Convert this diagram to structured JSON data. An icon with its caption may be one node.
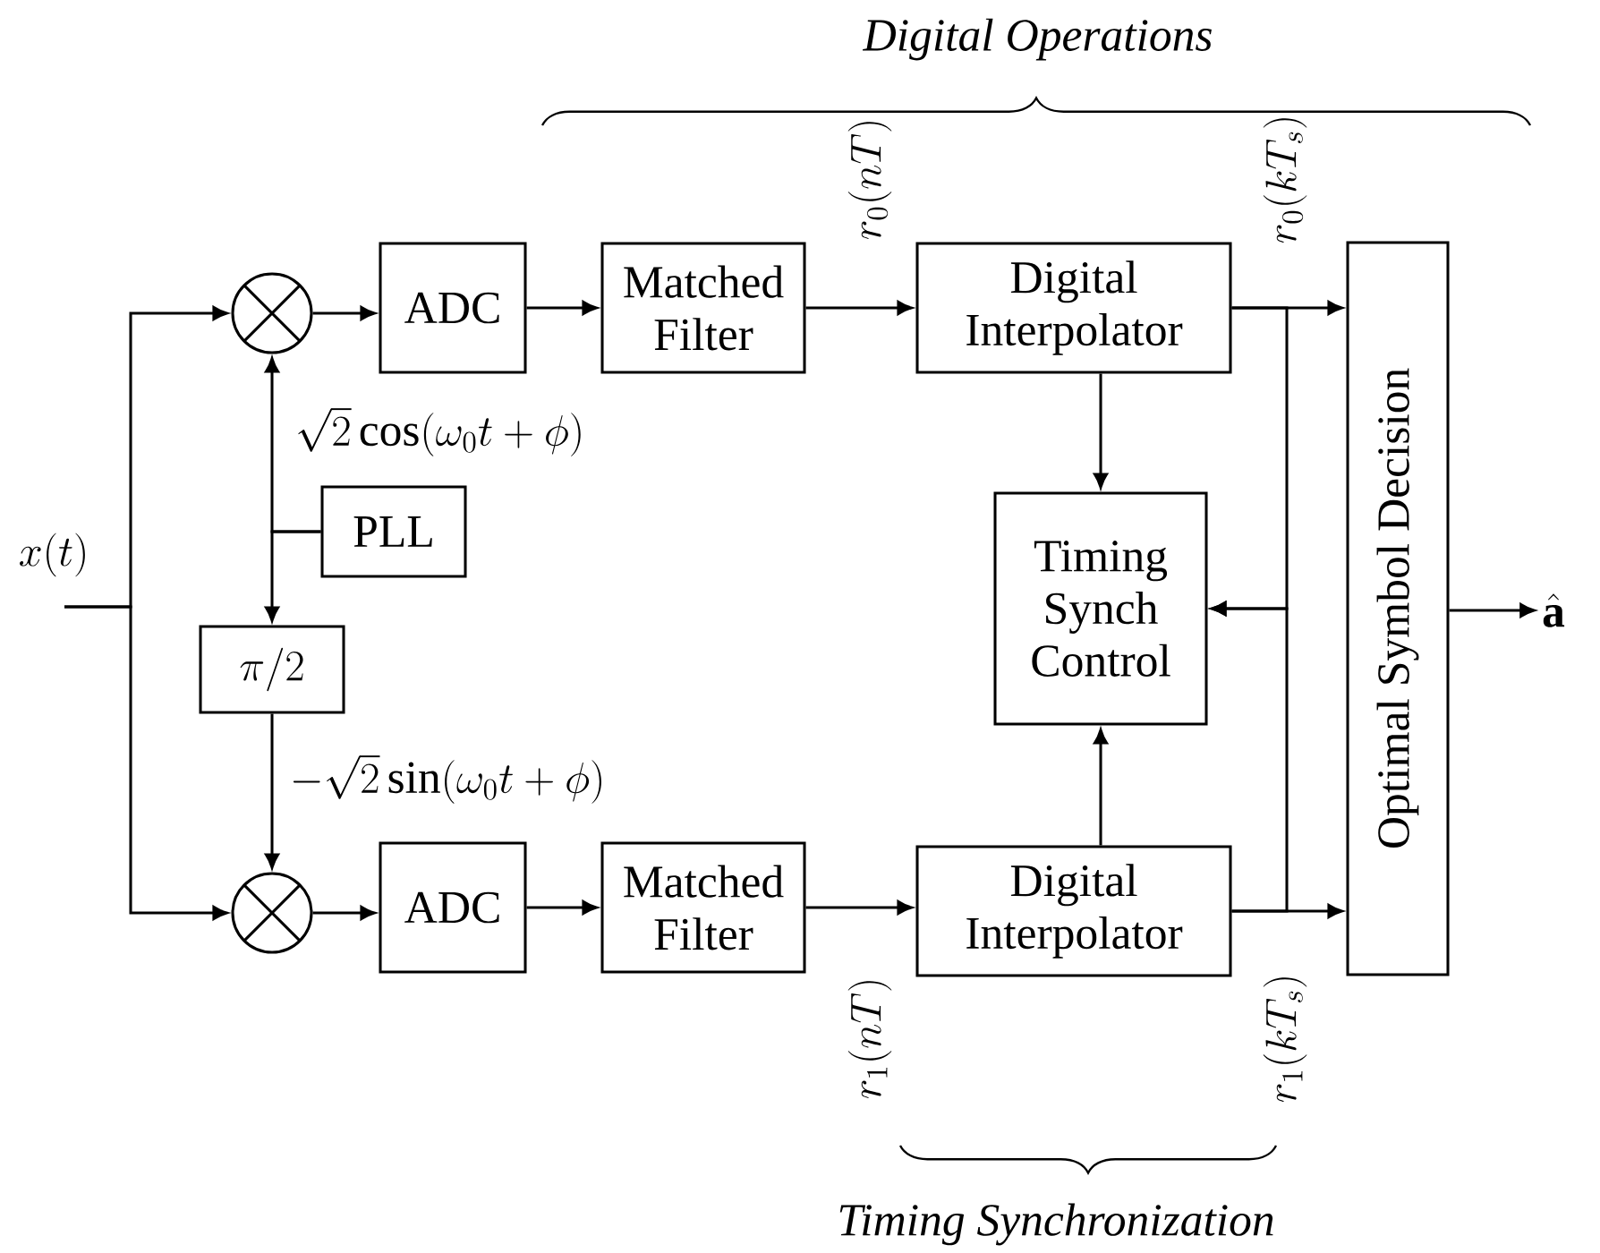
{
  "diagram": {
    "nodes": [
      {
        "text": [],
        "shape": "circle"
      },
      {
        "text": [
          "ADC"
        ]
      },
      {
        "text": [
          "Matched Filter"
        ]
      },
      {
        "text": [
          "Digital Interpolator"
        ]
      },
      {
        "text": [
          "Timing Synch Control"
        ]
      },
      {
        "text": [
          "Optimal Symbol Decision"
        ]
      },
      {
        "text": [
          "PLL"
        ]
      },
      {
        "text": [
          "\\pi/2"
        ]
      },
      {
        "text": [],
        "shape": "circle"
      },
      {
        "text": [
          "ADC"
        ]
      },
      {
        "text": [
          "Matched Filter"
        ]
      },
      {
        "text": [
          "Digital Interpolator"
        ]
      },
      {
        "text": [
          "\\hat{\\mathbf{a}}"
        ]
      }
    ],
    "edges": [
      {
        "from": null,
        "to": 0,
        "arrow": "to",
        "label": "x(t)"
      },
      {
        "from": null,
        "to": 8,
        "arrow": "to"
      },
      {
        "from": 0,
        "to": 1,
        "arrow": "to"
      },
      {
        "from": 1,
        "to": 2,
        "arrow": "to"
      },
      {
        "from": 2,
        "to": 3,
        "arrow": "to",
        "label": "r_0(nT)"
      },
      {
        "from": 3,
        "to": 5,
        "arrow": "to",
        "label": "r_0(kT_s)"
      },
      {
        "from": 3,
        "to": 4,
        "arrow": "to"
      },
      {
        "from": 6,
        "to": 0,
        "arrow": "to",
        "label": "\\sqrt{2}\\cos(\\omega_0 t+\\phi)"
      },
      {
        "from": 6,
        "to": 7,
        "arrow": "to"
      },
      {
        "from": 7,
        "to": 8,
        "arrow": "to",
        "label": "-\\sqrt{2}\\sin(\\omega_0 t+\\phi)"
      },
      {
        "from": 8,
        "to": 9,
        "arrow": "to"
      },
      {
        "from": 9,
        "to": 10,
        "arrow": "to"
      },
      {
        "from": 10,
        "to": 11,
        "arrow": "to",
        "label": "r_1(nT)"
      },
      {
        "from": 11,
        "to": 5,
        "arrow": "to",
        "label": "r_1(kT_s)"
      },
      {
        "from": 11,
        "to": 4,
        "arrow": "to"
      },
      {
        "from": 5,
        "to": 12,
        "arrow": "to"
      },
      {
        "from": 3,
        "to": 4,
        "arrow": "to"
      },
      {
        "from": 11,
        "to": 4,
        "arrow": "to"
      }
    ],
    "labels": [
      "Digital Operations",
      "Timing Synchronization"
    ]
  }
}
